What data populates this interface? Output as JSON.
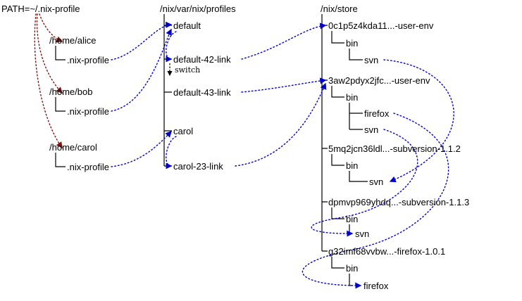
{
  "diagram": {
    "headers": {
      "path_env": "PATH=~/.nix-profile",
      "profiles_root": "/nix/var/nix/profiles",
      "store_root": "/nix/store"
    },
    "homes": [
      {
        "dir": "/home/alice",
        "link": ".nix-profile"
      },
      {
        "dir": "/home/bob",
        "link": ".nix-profile"
      },
      {
        "dir": "/home/carol",
        "link": ".nix-profile"
      }
    ],
    "profiles": [
      "default",
      "default-42-link",
      "default-43-link",
      "carol",
      "carol-23-link"
    ],
    "switch_label": "switch",
    "store": [
      {
        "name": "0c1p5z4kda11...-user-env",
        "bin": "bin",
        "files": [
          "svn"
        ]
      },
      {
        "name": "3aw2pdyx2jfc...-user-env",
        "bin": "bin",
        "files": [
          "firefox",
          "svn"
        ]
      },
      {
        "name": "5mq2jcn36ldl...-subversion-1.1.2",
        "bin": "bin",
        "files": [
          "svn"
        ]
      },
      {
        "name": "dpmvp969yhdq...-subversion-1.1.3",
        "bin": "bin",
        "files": [
          "svn"
        ]
      },
      {
        "name": "g32imf68vvbw...-firefox-1.0.1",
        "bin": "bin",
        "files": [
          "firefox"
        ]
      }
    ],
    "symlinks": [
      {
        "from": "/home/alice/.nix-profile",
        "to": "profiles/default"
      },
      {
        "from": "/home/bob/.nix-profile",
        "to": "profiles/default"
      },
      {
        "from": "/home/carol/.nix-profile",
        "to": "profiles/carol"
      },
      {
        "from": "profiles/default",
        "to": "profiles/default-42-link"
      },
      {
        "from": "profiles/carol",
        "to": "profiles/carol-23-link"
      },
      {
        "from": "profiles/default-42-link",
        "to": "store/0c1p5z4kda11...-user-env"
      },
      {
        "from": "profiles/default-43-link",
        "to": "store/3aw2pdyx2jfc...-user-env"
      },
      {
        "from": "profiles/carol-23-link",
        "to": "store/3aw2pdyx2jfc...-user-env"
      },
      {
        "from": "store/0c1p5z4kda11...-user-env/bin/svn",
        "to": "store/5mq2jcn36ldl...-subversion-1.1.2/bin/svn"
      },
      {
        "from": "store/3aw2pdyx2jfc...-user-env/bin/firefox",
        "to": "store/g32imf68vvbw...-firefox-1.0.1/bin/firefox"
      },
      {
        "from": "store/3aw2pdyx2jfc...-user-env/bin/svn",
        "to": "store/dpmvp969yhdq...-subversion-1.1.3/bin/svn"
      }
    ],
    "path_refs": [
      "/home/alice",
      "/home/bob",
      "/home/carol"
    ],
    "colors": {
      "symlink_arrow": "#0000cc",
      "path_arrow": "#801510",
      "tree_line": "#000000",
      "background": "#ffffff"
    }
  }
}
